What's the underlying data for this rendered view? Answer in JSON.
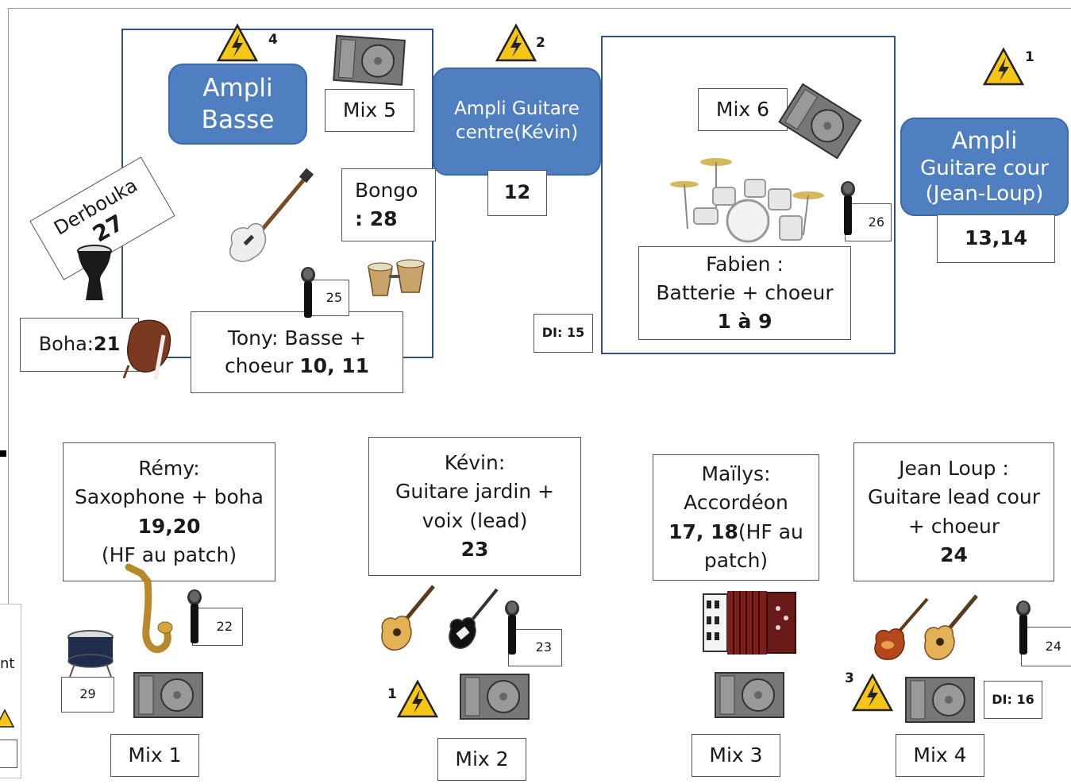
{
  "zones": {
    "amp_basse": [
      "Ampli",
      "Basse"
    ],
    "amp_centre": [
      "Ampli Guitare",
      "centre(Kévin)"
    ],
    "amp_cour": [
      "Ampli",
      "Guitare cour",
      "(Jean-Loup)"
    ]
  },
  "channels": {
    "amp_centre": "12",
    "amp_cour": "13,14",
    "di15": "DI: 15",
    "di16": "DI: 16",
    "mic22": "22",
    "mic23": "23",
    "mic24": "24",
    "mic25": "25",
    "mic26": "26",
    "drum29": "29"
  },
  "power": {
    "p1": "1",
    "p2": "2",
    "p3": "3",
    "p4": "4",
    "p_mix2": "1"
  },
  "mix": {
    "mix1": "Mix 1",
    "mix2": "Mix 2",
    "mix3": "Mix 3",
    "mix4": "Mix 4",
    "mix5": "Mix 5",
    "mix6": "Mix 6"
  },
  "labels": {
    "derbouka": "Derbouka",
    "derbouka_ch": "27",
    "bongo": "Bongo",
    "bongo_ch": ": 28",
    "boha": "Boha:",
    "boha_ch": "21",
    "tony_1": "Tony: Basse +",
    "tony_2": "choeur ",
    "tony_ch": "10, 11",
    "fabien_1": "Fabien :",
    "fabien_2": "Batterie + choeur",
    "fabien_ch": "1 à 9",
    "remy_1": "Rémy:",
    "remy_2": "Saxophone + boha",
    "remy_ch": "19,20",
    "remy_3": "(HF au patch)",
    "kevin_1": "Kévin:",
    "kevin_2": "Guitare jardin +",
    "kevin_3": "voix (lead)",
    "kevin_ch": "23",
    "mailys_1": "Maïlys:",
    "mailys_2": "Accordéon",
    "mailys_ch": "17, 18",
    "mailys_3": "(HF au",
    "mailys_4": "patch)",
    "jl_1": "Jean Loup :",
    "jl_2": "Guitare lead cour",
    "jl_3": "+ choeur",
    "jl_ch": "24",
    "legend_frag": "nt"
  }
}
